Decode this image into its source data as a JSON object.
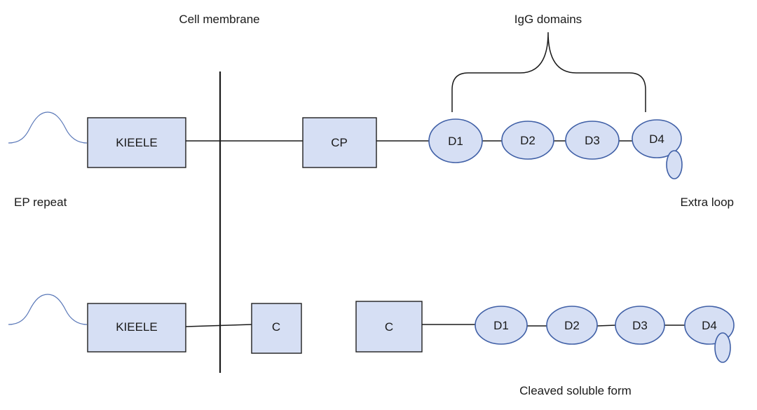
{
  "labels": {
    "cell_membrane": "Cell membrane",
    "igg_domains": "IgG domains",
    "ep_repeat": "EP repeat",
    "extra_loop": "Extra loop",
    "cleaved_soluble_form": "Cleaved soluble form"
  },
  "full_length": {
    "kieele": "KIEELE",
    "cp": "CP",
    "domains": [
      "D1",
      "D2",
      "D3",
      "D4"
    ]
  },
  "cleaved": {
    "kieele": "KIEELE",
    "c_membrane": "C",
    "c_soluble": "C",
    "domains": [
      "D1",
      "D2",
      "D3",
      "D4"
    ]
  },
  "colors": {
    "fill": "#d6dff4",
    "ellipse_stroke": "#3f5fa6",
    "wave": "#5a78b8"
  }
}
